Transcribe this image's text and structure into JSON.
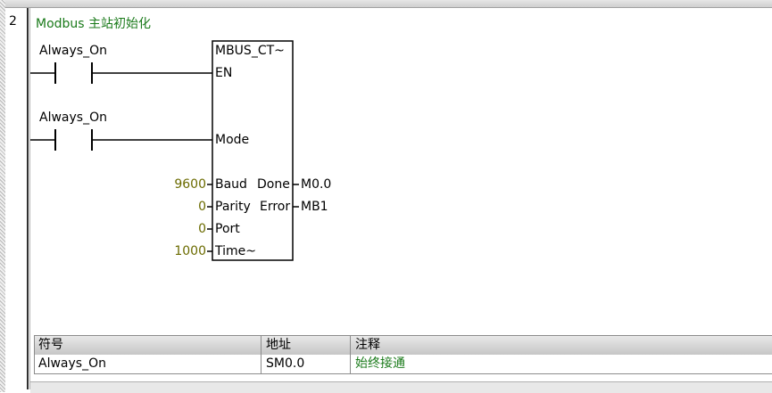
{
  "rung": {
    "number": "2",
    "comment": "Modbus 主站初始化"
  },
  "contacts": [
    {
      "label": "Always_On"
    },
    {
      "label": "Always_On"
    }
  ],
  "block": {
    "title": "MBUS_CT~",
    "inputs": {
      "en": "EN",
      "mode": "Mode",
      "baud": "Baud",
      "parity": "Parity",
      "port": "Port",
      "timeout": "Time~"
    },
    "outputs": {
      "done": "Done",
      "error": "Error"
    },
    "input_values": {
      "baud": "9600",
      "parity": "0",
      "port": "0",
      "timeout": "1000"
    },
    "output_values": {
      "done": "M0.0",
      "error": "MB1"
    }
  },
  "symbol_table": {
    "headers": [
      "符号",
      "地址",
      "注释"
    ],
    "rows": [
      {
        "symbol": "Always_On",
        "address": "SM0.0",
        "comment": "始终接通"
      }
    ]
  },
  "colors": {
    "comment_green": "#1a7a1a",
    "constant_olive": "#6b6b00"
  }
}
